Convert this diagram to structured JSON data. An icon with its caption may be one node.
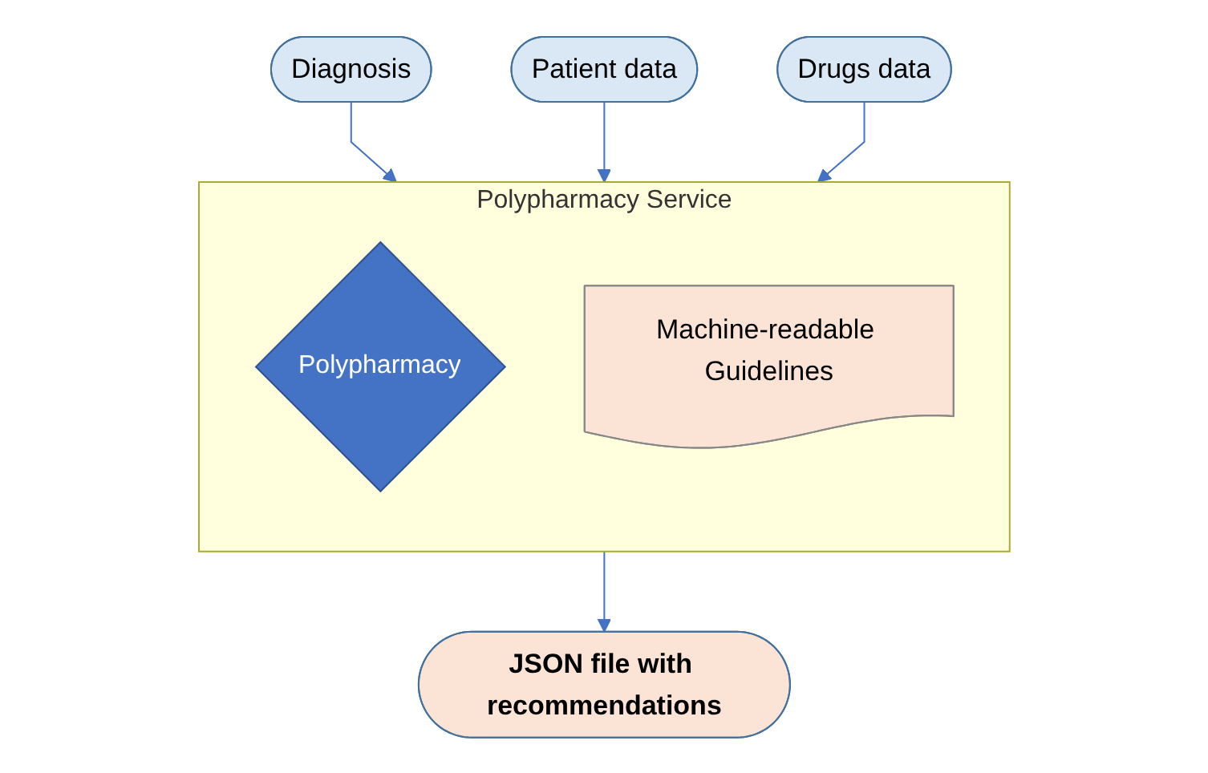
{
  "diagram": {
    "nodes": [
      {
        "text": [
          "Diagnosis"
        ]
      },
      {
        "text": [
          "Patient data"
        ]
      },
      {
        "text": [
          "Drugs data"
        ]
      },
      {
        "text": [
          "Polypharmacy Service"
        ]
      },
      {
        "text": [
          "Polypharmacy"
        ],
        "in": 3
      },
      {
        "text": [
          "Machine-readable Guidelines"
        ],
        "in": 3
      },
      {
        "text": [
          "JSON file with recommendations"
        ]
      }
    ],
    "edges": [
      {
        "from": 0,
        "to": 3,
        "arrow": "to"
      },
      {
        "from": 1,
        "to": 3,
        "arrow": "to"
      },
      {
        "from": 2,
        "to": 3,
        "arrow": "to"
      },
      {
        "from": 3,
        "to": 6,
        "arrow": "to"
      }
    ]
  }
}
